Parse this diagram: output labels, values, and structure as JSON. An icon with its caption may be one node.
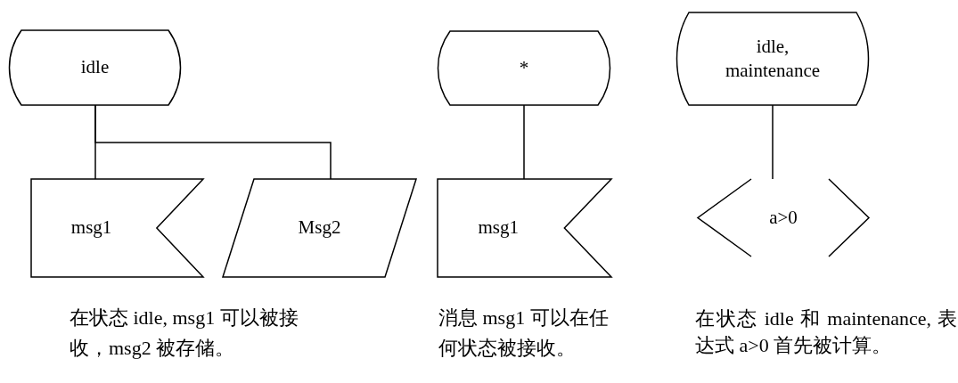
{
  "diagram": {
    "nodes": [
      {
        "text": [
          "idle"
        ]
      },
      {
        "text": [
          "msg1"
        ]
      },
      {
        "text": [
          "Msg2"
        ]
      },
      {
        "text": [
          "*"
        ]
      },
      {
        "text": [
          "msg1"
        ]
      },
      {
        "text": [
          "idle, maintenance"
        ]
      },
      {
        "text": [
          "a>0"
        ]
      }
    ],
    "edges": [
      {
        "from": 0,
        "to": 1,
        "arrow": "none"
      },
      {
        "from": 0,
        "to": 2,
        "arrow": "none"
      },
      {
        "from": 3,
        "to": 4,
        "arrow": "none"
      },
      {
        "from": 5,
        "to": 6,
        "arrow": "none"
      }
    ],
    "labels": [
      "在状态 idle, msg1 可以被接收，msg2 被存储。",
      "消息 msg1 可以在任何状态被接收。",
      "在状态 idle 和 maintenance, 表达式 a>0 首先被计算。"
    ]
  }
}
